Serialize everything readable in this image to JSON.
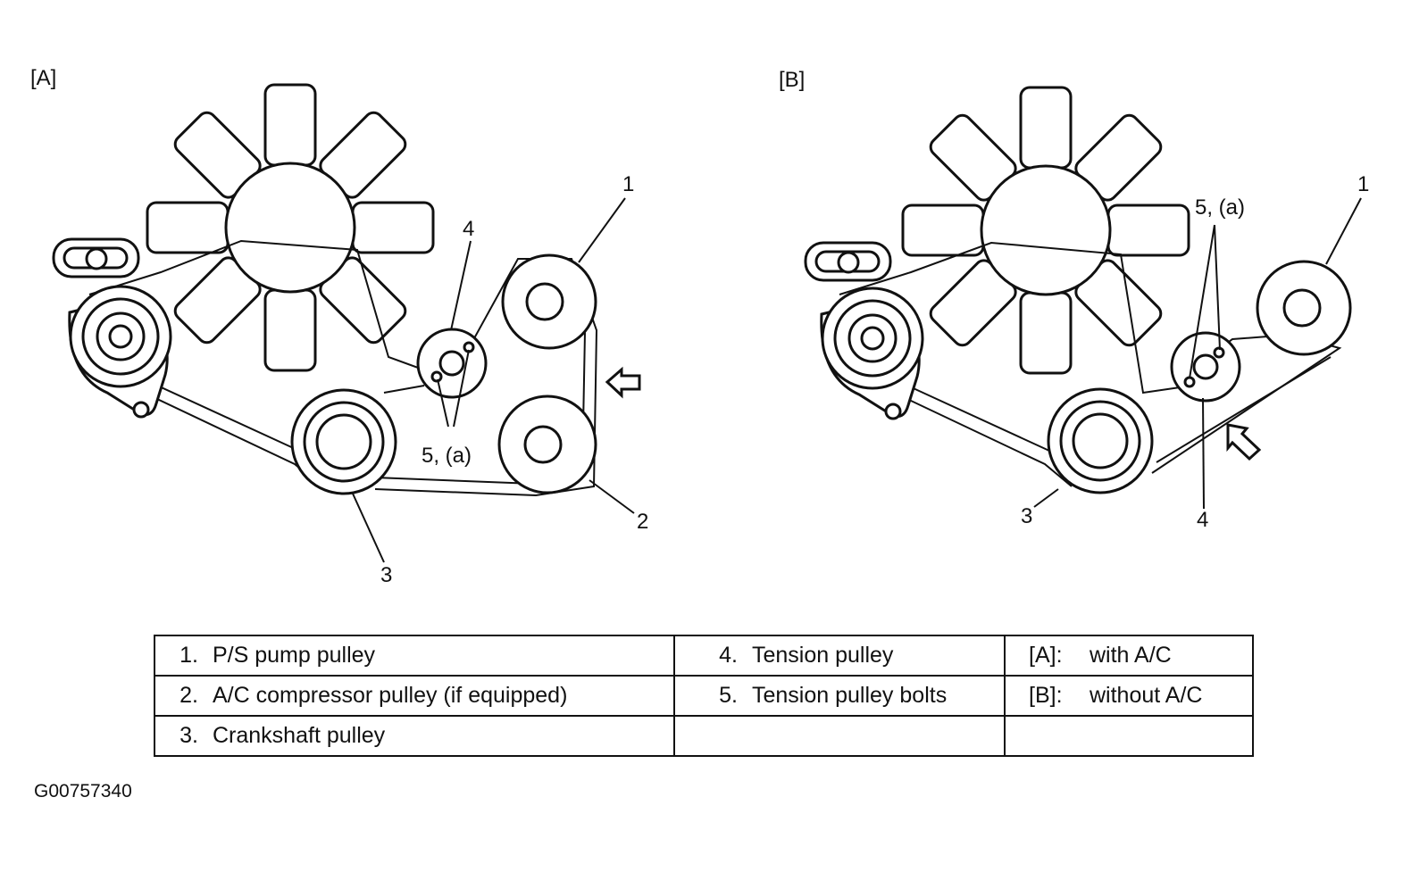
{
  "panels": [
    {
      "tag": "[A]",
      "callouts": {
        "c1": "1",
        "c2": "2",
        "c3": "3",
        "c4": "4",
        "c5": "5, (a)"
      }
    },
    {
      "tag": "[B]",
      "callouts": {
        "c1": "1",
        "c3": "3",
        "c4": "4",
        "c5": "5, (a)"
      }
    }
  ],
  "legend": {
    "rows": [
      {
        "n1": "1.",
        "t1": "P/S pump pulley",
        "n2": "4.",
        "t2": "Tension pulley",
        "tag": "[A]:",
        "tagText": "with A/C"
      },
      {
        "n1": "2.",
        "t1": "A/C compressor pulley (if equipped)",
        "n2": "5.",
        "t2": "Tension pulley bolts",
        "tag": "[B]:",
        "tagText": "without A/C"
      },
      {
        "n1": "3.",
        "t1": "Crankshaft pulley",
        "n2": "",
        "t2": "",
        "tag": "",
        "tagText": ""
      }
    ]
  },
  "figure_id": "G00757340"
}
